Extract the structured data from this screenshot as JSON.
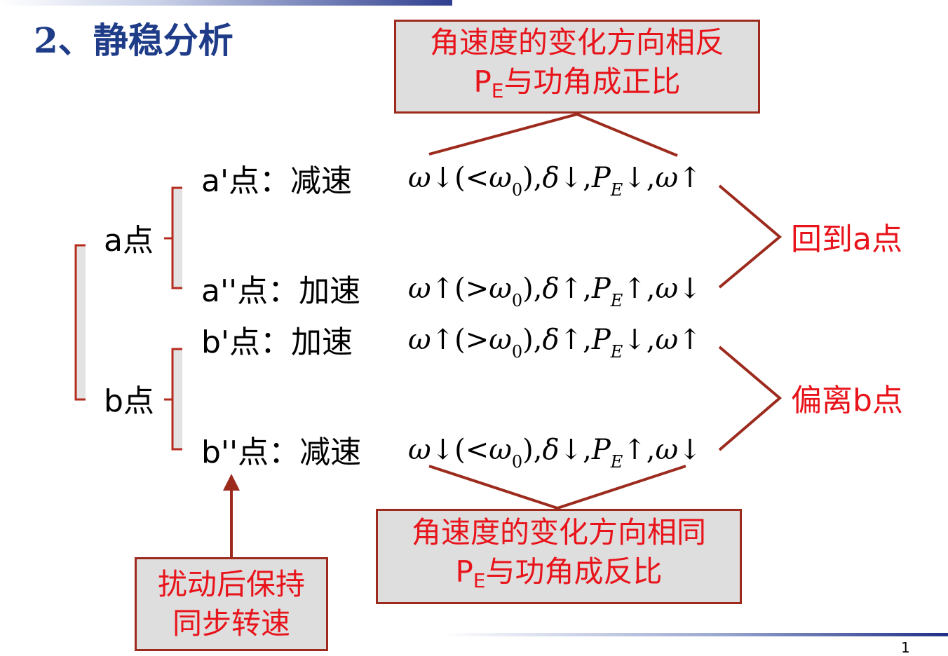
{
  "title": "2、静稳分析",
  "page_number": "1",
  "boxes": {
    "top_line1": "角速度的变化方向相反",
    "top_line2_pre": "P",
    "top_line2_sub": "E",
    "top_line2_post": "与功角成正比",
    "bottom_line1": "角速度的变化方向相同",
    "bottom_line2_pre": "P",
    "bottom_line2_sub": "E",
    "bottom_line2_post": "与功角成反比",
    "disturb_line1": "扰动后保持",
    "disturb_line2": "同步转速"
  },
  "points": {
    "a": "a点",
    "b": "b点",
    "a1": "a'点：减速",
    "a2": "a''点：加速",
    "b1": "b'点：加速",
    "b2": "b''点：减速"
  },
  "results": {
    "a": "回到a点",
    "b": "偏离b点"
  },
  "formula_parts": {
    "omega": "ω",
    "delta": "δ",
    "P": "P",
    "E": "E",
    "zero": "0",
    "lt": "(<",
    "gt": "(>",
    "close": "),",
    "comma": ",",
    "down": "↓",
    "up": "↑"
  },
  "colors": {
    "title": "#1f3c88",
    "emphasis_text": "#e8141b",
    "line": "#9c2b1e",
    "box_fill": "#dedede",
    "bracket": "#b52b1e"
  }
}
